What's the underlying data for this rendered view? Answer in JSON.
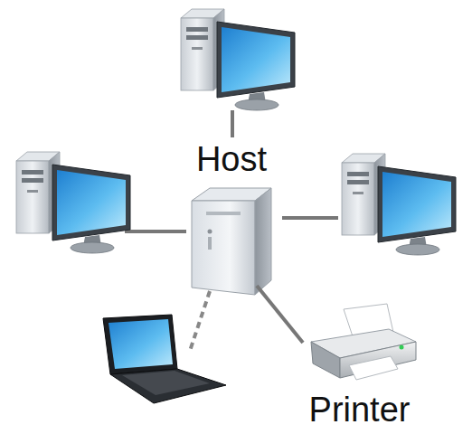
{
  "diagram": {
    "nodes": [
      {
        "text": [
          "Host"
        ]
      },
      {
        "text": [
          "Printer"
        ]
      }
    ],
    "edges": [
      {
        "from": 0,
        "to": 1,
        "arrow": "none"
      }
    ]
  }
}
